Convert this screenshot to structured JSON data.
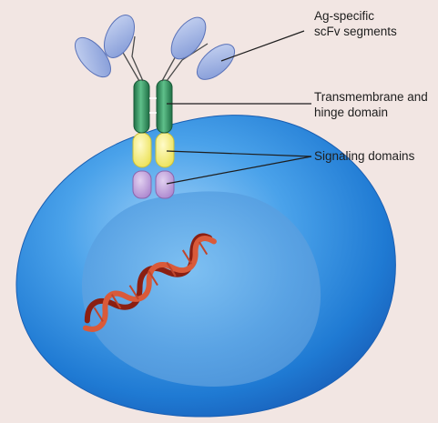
{
  "labels": {
    "scfv_line1": "Ag-specific",
    "scfv_line2": "scFv segments",
    "tm_line1": "Transmembrane and",
    "tm_line2": "hinge domain",
    "signaling": "Signaling domains"
  },
  "colors": {
    "background": "#f2e6e3",
    "cell_body": "#2e8fe0",
    "nucleus": "#5aa8e6",
    "scfv": "#8ba5df",
    "transmembrane": "#2e8c5a",
    "signaling_upper": "#f2ec6a",
    "signaling_lower": "#b996d6",
    "dna_strand_dark": "#8b1f12",
    "dna_strand_light": "#d95a3a"
  },
  "icons": {
    "cell": "t-cell-illustration",
    "dna": "dna-double-helix-icon"
  }
}
